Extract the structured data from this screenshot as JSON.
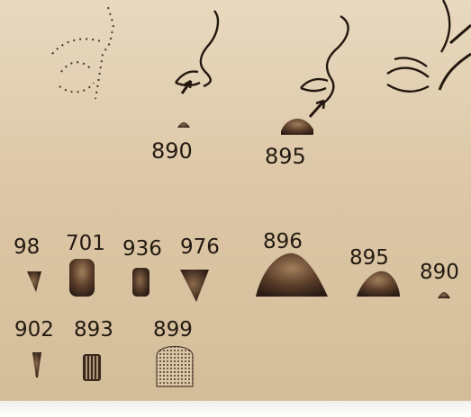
{
  "photo": {
    "description_tone": "sepia",
    "top_labels": [
      "890",
      "895"
    ],
    "tool_labels": {
      "row1": [
        "98",
        "701",
        "936",
        "976",
        "896",
        "895",
        "890"
      ],
      "row2": [
        "902",
        "893",
        "899"
      ]
    }
  }
}
